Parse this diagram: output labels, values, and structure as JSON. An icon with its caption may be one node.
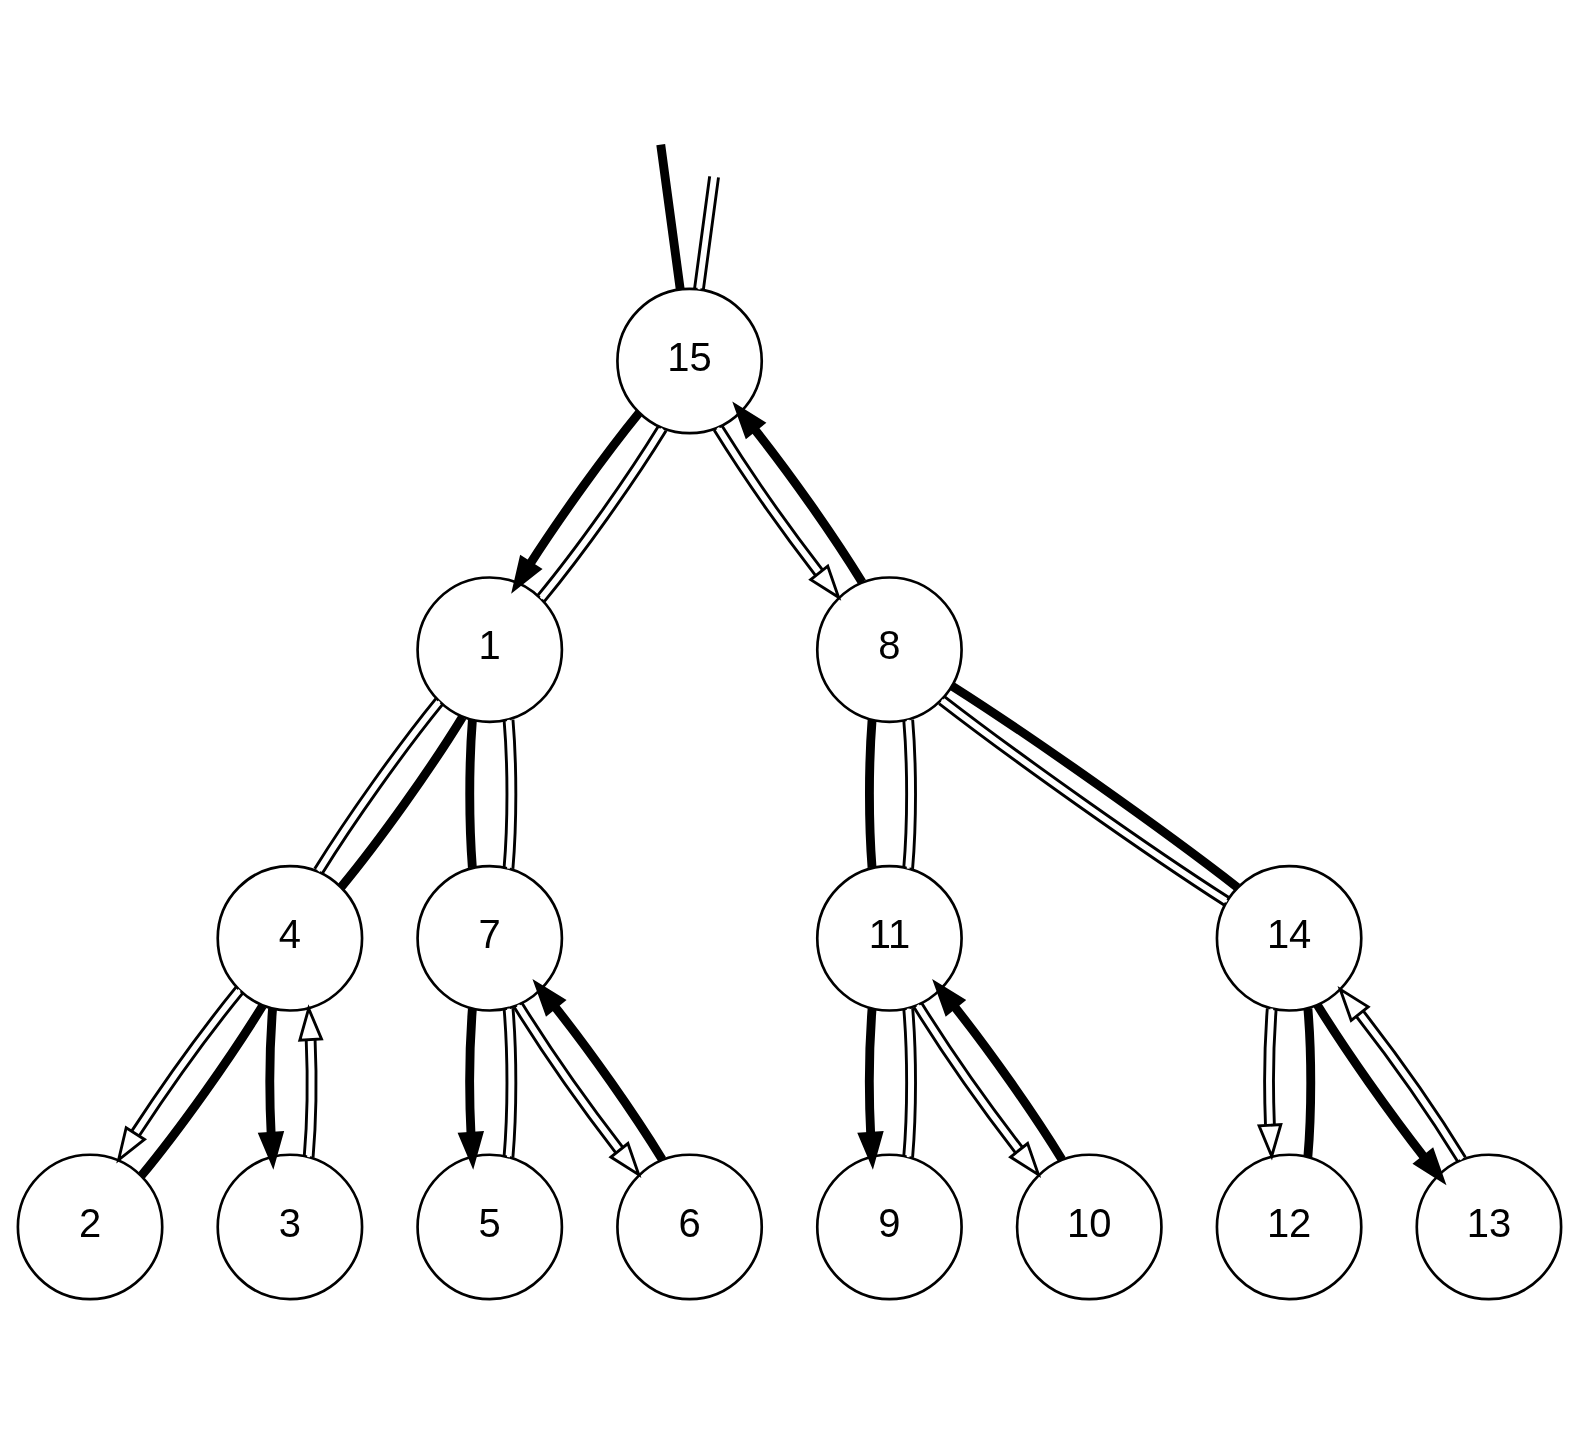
{
  "diagram": {
    "nodes": [
      {
        "text": [
          "15"
        ]
      },
      {
        "text": [
          "1"
        ]
      },
      {
        "text": [
          "8"
        ]
      },
      {
        "text": [
          "4"
        ]
      },
      {
        "text": [
          "7"
        ]
      },
      {
        "text": [
          "11"
        ]
      },
      {
        "text": [
          "14"
        ]
      },
      {
        "text": [
          "2"
        ]
      },
      {
        "text": [
          "3"
        ]
      },
      {
        "text": [
          "5"
        ]
      },
      {
        "text": [
          "6"
        ]
      },
      {
        "text": [
          "9"
        ]
      },
      {
        "text": [
          "10"
        ]
      },
      {
        "text": [
          "12"
        ]
      },
      {
        "text": [
          "13"
        ]
      }
    ],
    "edges": [
      {
        "from": null,
        "to": 0,
        "arrow": "none",
        "style": "thick"
      },
      {
        "from": 0,
        "to": null,
        "arrow": "to"
      },
      {
        "from": 0,
        "to": 1,
        "arrow": "to",
        "style": "thick"
      },
      {
        "from": 1,
        "to": 0,
        "arrow": "none"
      },
      {
        "from": 0,
        "to": 2,
        "arrow": "to"
      },
      {
        "from": 2,
        "to": 0,
        "arrow": "to",
        "style": "thick"
      },
      {
        "from": 3,
        "to": 1,
        "arrow": "none",
        "style": "thick"
      },
      {
        "from": 1,
        "to": 4,
        "arrow": "none",
        "style": "thick"
      },
      {
        "from": 1,
        "to": 3,
        "arrow": "none"
      },
      {
        "from": 1,
        "to": 4,
        "arrow": "none"
      },
      {
        "from": 6,
        "to": 2,
        "arrow": "none",
        "style": "thick"
      },
      {
        "from": 2,
        "to": 5,
        "arrow": "none",
        "style": "thick"
      },
      {
        "from": 2,
        "to": 5,
        "arrow": "none"
      },
      {
        "from": 2,
        "to": 6,
        "arrow": "none"
      },
      {
        "from": 7,
        "to": 3,
        "arrow": "none",
        "style": "thick"
      },
      {
        "from": 3,
        "to": 8,
        "arrow": "to",
        "style": "thick"
      },
      {
        "from": 3,
        "to": 7,
        "arrow": "to"
      },
      {
        "from": 8,
        "to": 3,
        "arrow": "to"
      },
      {
        "from": 4,
        "to": 9,
        "arrow": "to",
        "style": "thick"
      },
      {
        "from": 10,
        "to": 4,
        "arrow": "to",
        "style": "thick"
      },
      {
        "from": 4,
        "to": 9,
        "arrow": "none"
      },
      {
        "from": 4,
        "to": 10,
        "arrow": "to"
      },
      {
        "from": 5,
        "to": 11,
        "arrow": "to",
        "style": "thick"
      },
      {
        "from": 12,
        "to": 5,
        "arrow": "to",
        "style": "thick"
      },
      {
        "from": 5,
        "to": 11,
        "arrow": "none"
      },
      {
        "from": 5,
        "to": 12,
        "arrow": "to"
      },
      {
        "from": 13,
        "to": 6,
        "arrow": "none",
        "style": "thick"
      },
      {
        "from": 6,
        "to": 14,
        "arrow": "to",
        "style": "thick"
      },
      {
        "from": 6,
        "to": 13,
        "arrow": "to"
      },
      {
        "from": 14,
        "to": 6,
        "arrow": "to"
      }
    ]
  }
}
